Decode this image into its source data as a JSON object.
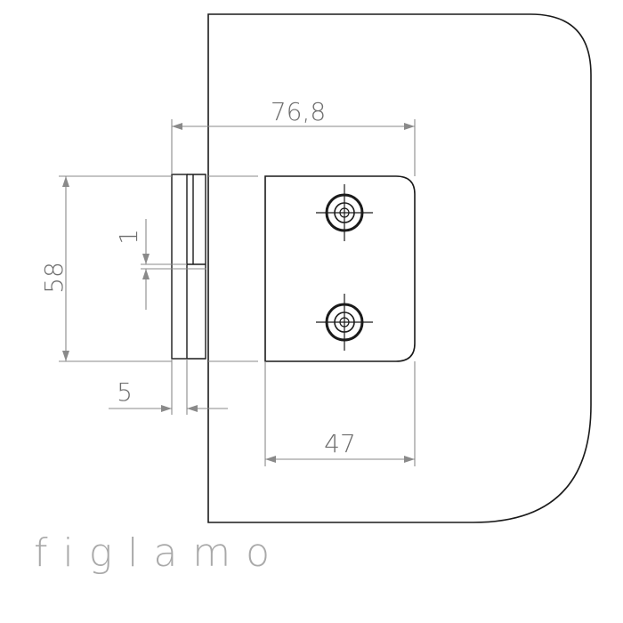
{
  "dimensions": {
    "overall_width": "76,8",
    "height": "58",
    "gap": "1",
    "thickness": "5",
    "plate_width": "47"
  },
  "brand": {
    "logo_text": "figlamo"
  },
  "colors": {
    "line": "#1a1a1a",
    "dimension": "#8a8a8a",
    "text": "#6e6e6e",
    "logo": "#a9a9a9"
  }
}
